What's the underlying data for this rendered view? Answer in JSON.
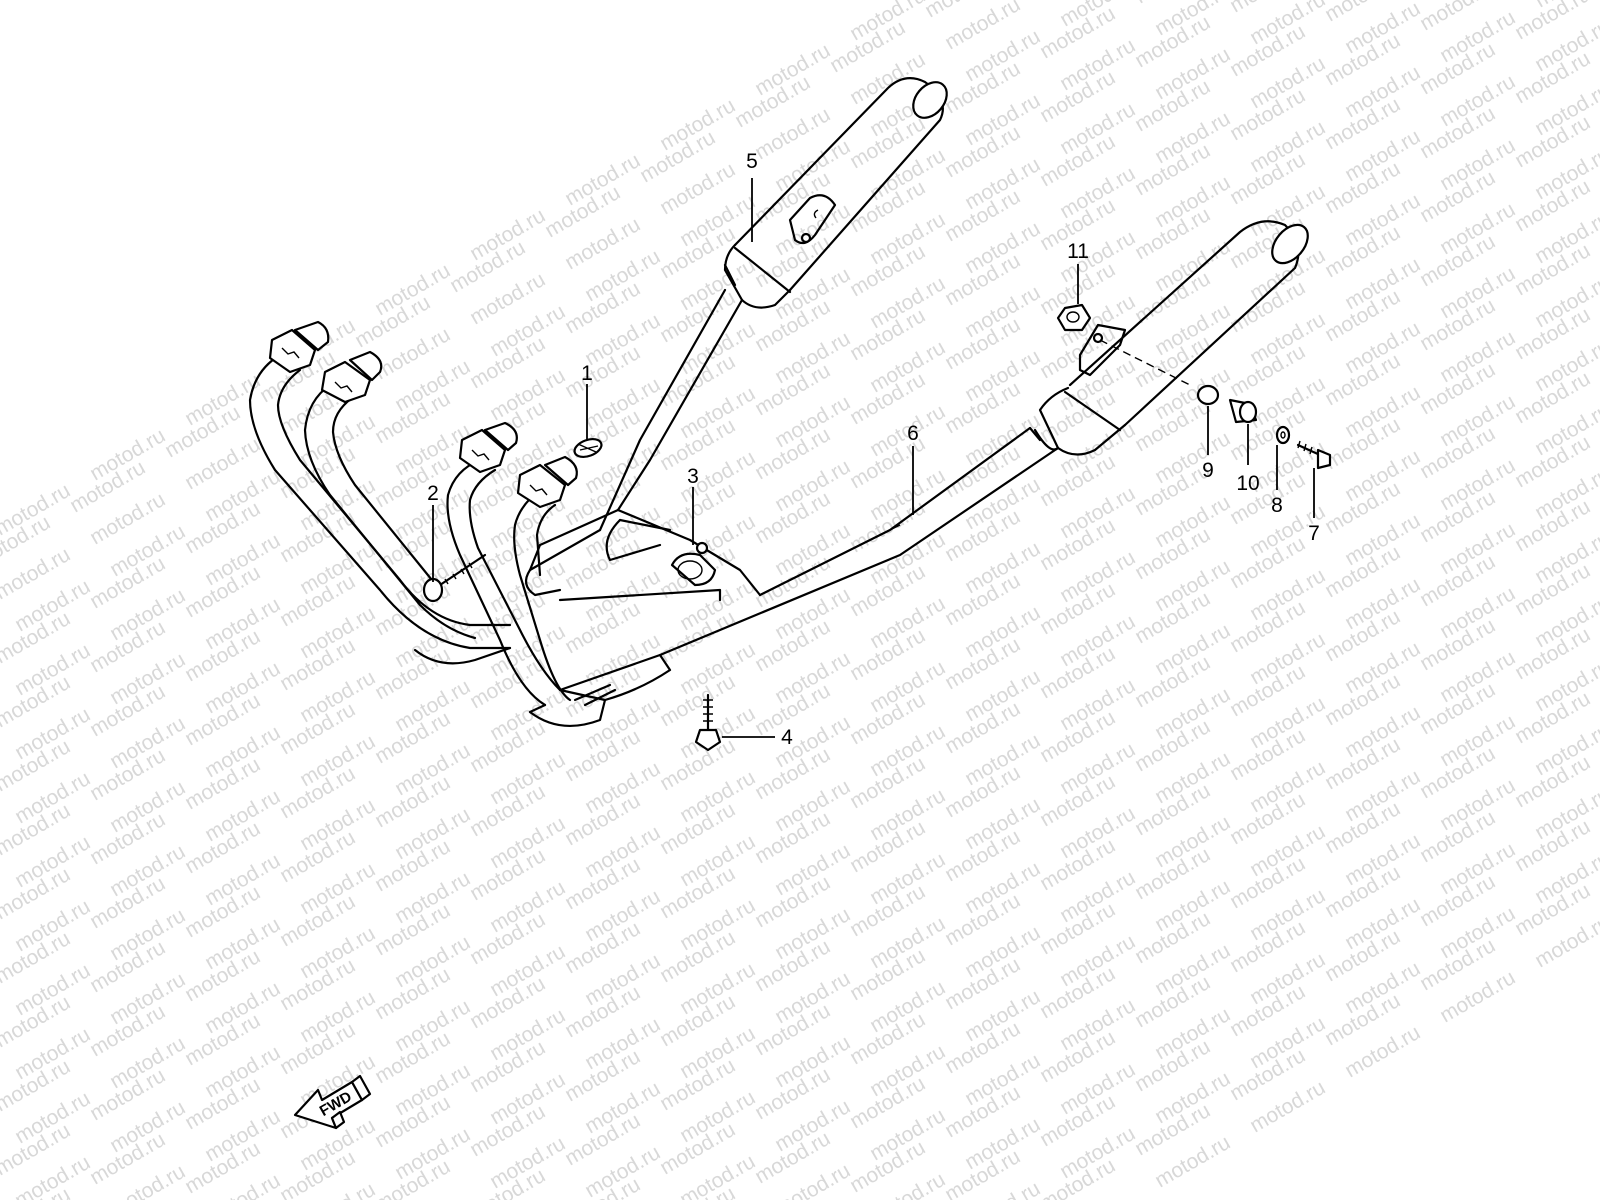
{
  "watermark": {
    "text": "motod.ru"
  },
  "diagram": {
    "callouts": [
      {
        "id": "1",
        "label": "1"
      },
      {
        "id": "2",
        "label": "2"
      },
      {
        "id": "3",
        "label": "3"
      },
      {
        "id": "4",
        "label": "4"
      },
      {
        "id": "5",
        "label": "5"
      },
      {
        "id": "6",
        "label": "6"
      },
      {
        "id": "7",
        "label": "7"
      },
      {
        "id": "8",
        "label": "8"
      },
      {
        "id": "9",
        "label": "9"
      },
      {
        "id": "10",
        "label": "10"
      },
      {
        "id": "11",
        "label": "11"
      }
    ],
    "direction_marker": {
      "text": "FWD"
    }
  }
}
